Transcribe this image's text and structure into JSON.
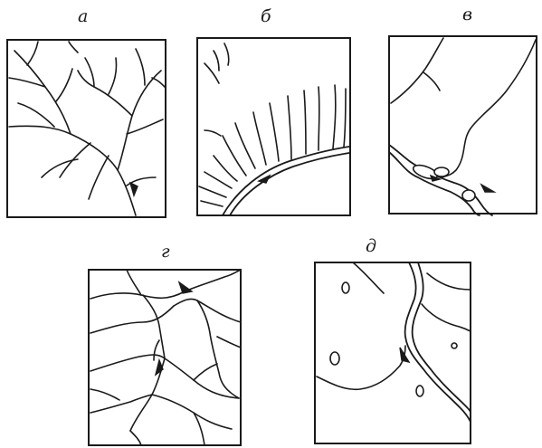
{
  "panels": [
    {
      "id": "a",
      "label": "а"
    },
    {
      "id": "b",
      "label": "б"
    },
    {
      "id": "v",
      "label": "в"
    },
    {
      "id": "g",
      "label": "г"
    },
    {
      "id": "d",
      "label": "д"
    }
  ]
}
